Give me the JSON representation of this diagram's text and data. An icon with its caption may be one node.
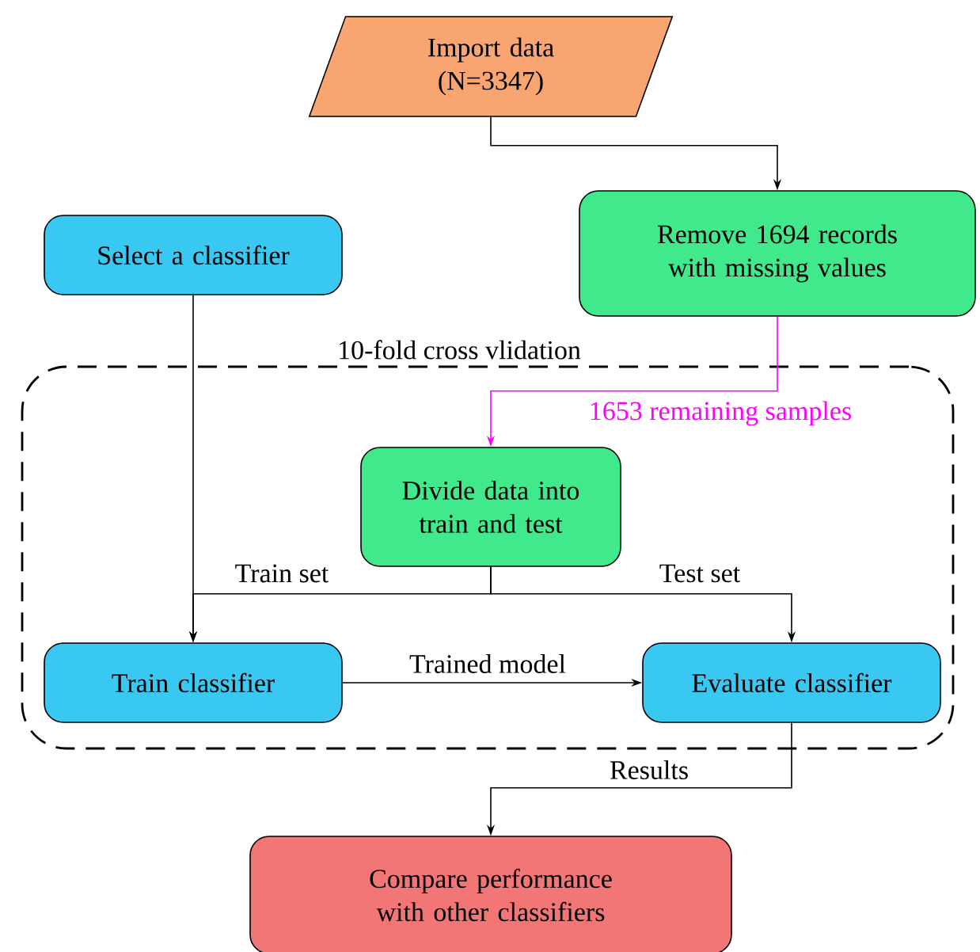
{
  "diagram": {
    "nodes": [
      {
        "text": [
          "Import data (N=3347)"
        ]
      },
      {
        "text": [
          "Select a classifier"
        ]
      },
      {
        "text": [
          "Remove 1694 records with missing values"
        ]
      },
      {
        "text": [
          "10-fold cross vlidation"
        ]
      },
      {
        "text": [
          "Divide data into train and test"
        ],
        "in": 3
      },
      {
        "text": [
          "Train classifier"
        ],
        "in": 3
      },
      {
        "text": [
          "Evaluate classifier"
        ],
        "in": 3
      },
      {
        "text": [
          "Compare performance with other classifiers"
        ]
      }
    ],
    "edges": [
      {
        "from": 0,
        "to": 2,
        "arrow": "to"
      },
      {
        "from": 2,
        "to": 4,
        "arrow": "to",
        "label": "1653 remaining samples",
        "color": "#ff00ff"
      },
      {
        "from": 1,
        "to": 5,
        "arrow": "to"
      },
      {
        "from": 4,
        "to": 5,
        "arrow": "to",
        "label": "Train set"
      },
      {
        "from": 4,
        "to": 6,
        "arrow": "to",
        "label": "Test set"
      },
      {
        "from": 5,
        "to": 6,
        "arrow": "to",
        "label": "Trained model"
      },
      {
        "from": 6,
        "to": 7,
        "arrow": "to",
        "label": "Results"
      }
    ]
  }
}
